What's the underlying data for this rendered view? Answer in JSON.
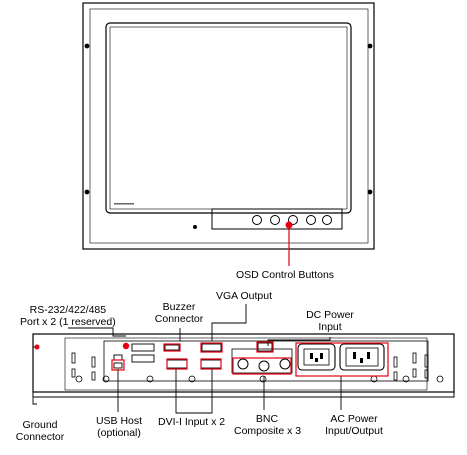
{
  "labels": {
    "osd": "OSD Control Buttons",
    "serial": [
      "RS-232/422/485",
      "Port x 2 (1 reserved)"
    ],
    "buzzer": [
      "Buzzer",
      "Connector"
    ],
    "vga": "VGA Output",
    "dc_power": [
      "DC Power",
      "Input"
    ],
    "ground": [
      "Ground",
      "Connector"
    ],
    "usb": [
      "USB Host",
      "(optional)"
    ],
    "dvi": "DVI-I Input x 2",
    "bnc": [
      "BNC",
      "Composite x 3"
    ],
    "ac_power": [
      "AC Power",
      "Input/Output"
    ]
  },
  "colors": {
    "callout": "#e60012",
    "outline": "#000000"
  }
}
